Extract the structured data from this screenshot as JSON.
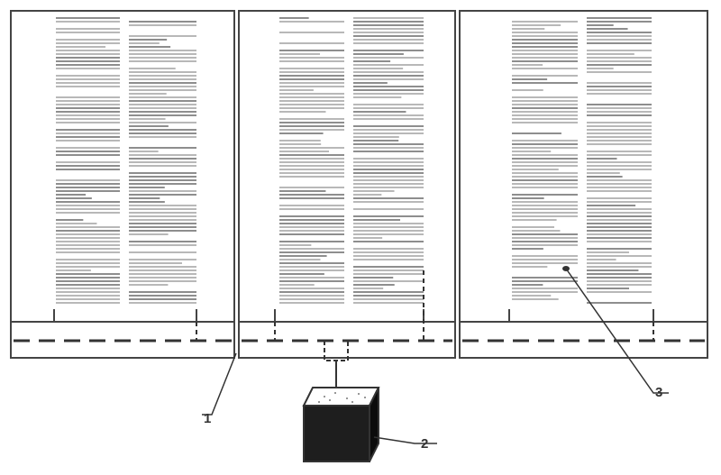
{
  "colors": {
    "ink": "#2f2f2f",
    "text_lines": "#8e8e8e",
    "background": "#ffffff"
  },
  "panels": [
    {
      "id": "left"
    },
    {
      "id": "center"
    },
    {
      "id": "right"
    }
  ],
  "callouts": [
    {
      "label": "1",
      "target": "frame-edge"
    },
    {
      "label": "2",
      "target": "box"
    },
    {
      "label": "3",
      "target": "electrode-point"
    }
  ]
}
